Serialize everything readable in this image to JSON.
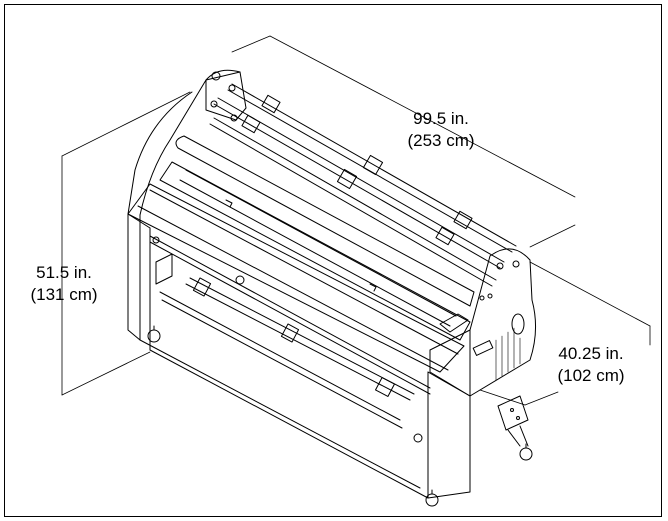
{
  "dimensions": {
    "width": {
      "imperial": "99.5 in.",
      "metric": "(253 cm)"
    },
    "height": {
      "imperial": "51.5 in.",
      "metric": "(131 cm)"
    },
    "depth": {
      "imperial": "40.25 in.",
      "metric": "(102 cm)"
    }
  },
  "colors": {
    "line": "#000000",
    "background": "#ffffff"
  }
}
